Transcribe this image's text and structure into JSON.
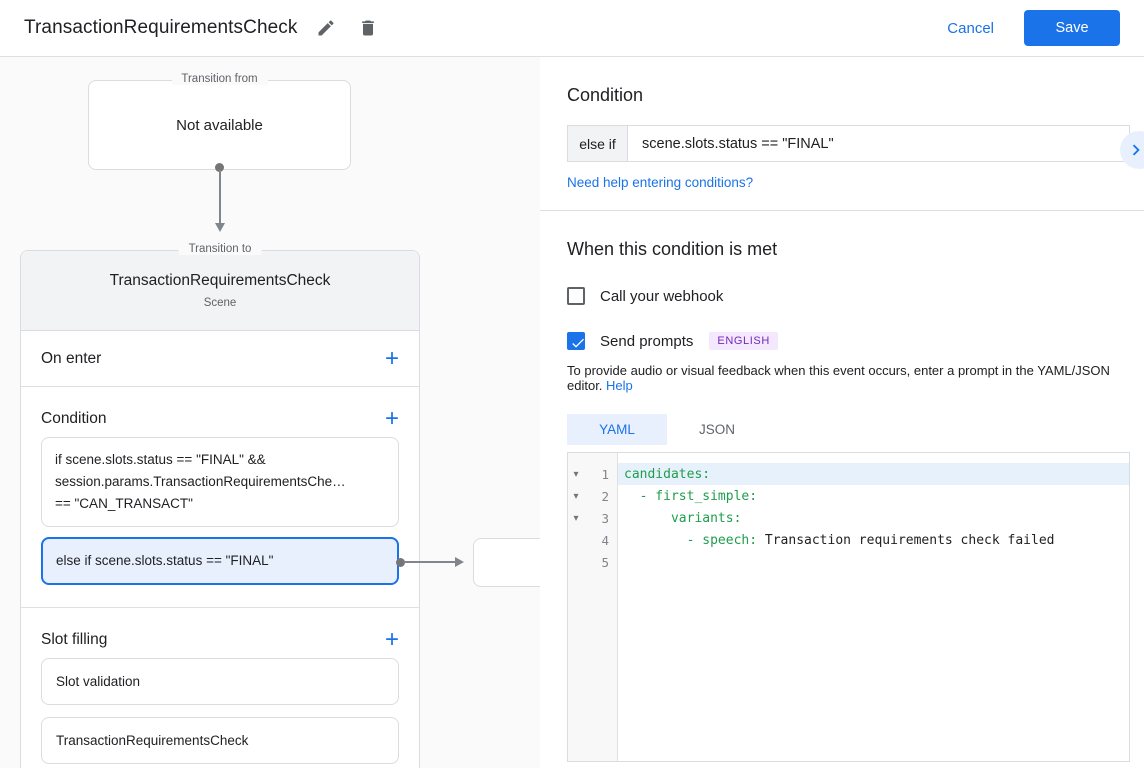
{
  "app": {
    "title": "TransactionRequirementsCheck",
    "cancel": "Cancel",
    "save": "Save"
  },
  "canvas": {
    "transition_from": {
      "legend": "Transition from",
      "text": "Not available"
    },
    "scene_card": {
      "legend": "Transition to",
      "title": "TransactionRequirementsCheck",
      "subtitle": "Scene",
      "on_enter_label": "On enter",
      "condition_label": "Condition",
      "condition_box1": {
        "line1": "if scene.slots.status == \"FINAL\" &&",
        "line2": "session.params.TransactionRequirementsChe…",
        "line3": "== \"CAN_TRANSACT\""
      },
      "condition_box2": {
        "text": "else if scene.slots.status == \"FINAL\""
      },
      "slot_filling_label": "Slot filling",
      "slot_items": [
        {
          "text": "Slot validation"
        },
        {
          "text": "TransactionRequirementsCheck"
        }
      ]
    }
  },
  "panel": {
    "heading": "Condition",
    "condition_row": {
      "prefix": "else if",
      "value": "scene.slots.status == \"FINAL\""
    },
    "help_link": "Need help entering conditions?",
    "section_heading": "When this condition is met",
    "webhook": {
      "label": "Call your webhook",
      "checked": false
    },
    "prompts": {
      "label": "Send prompts",
      "checked": true,
      "badge": "ENGLISH"
    },
    "description": "To provide audio or visual feedback when this event occurs, enter a prompt in the YAML/JSON editor.",
    "description_link": "Help",
    "tabs": [
      {
        "label": "YAML",
        "active": true
      },
      {
        "label": "JSON",
        "active": false
      }
    ],
    "editor": {
      "lines": [
        {
          "num": "1",
          "fold": "▾",
          "key": "candidates:",
          "rest": ""
        },
        {
          "num": "2",
          "fold": "▾",
          "key": "  - first_simple:",
          "rest": ""
        },
        {
          "num": "3",
          "fold": "▾",
          "key": "      variants:",
          "rest": ""
        },
        {
          "num": "4",
          "fold": "",
          "key": "        - speech:",
          "rest": " Transaction requirements check failed"
        },
        {
          "num": "5",
          "fold": "",
          "key": "",
          "rest": ""
        }
      ]
    }
  },
  "colors": {
    "accent_blue": "#1a73e8",
    "selection_blue_bg": "#e8f0fe",
    "active_line_bg": "#e7f1fb",
    "yaml_key_green": "#1e9e4e",
    "badge_purple_bg": "#f3e8fd",
    "badge_purple_text": "#7627bb"
  }
}
